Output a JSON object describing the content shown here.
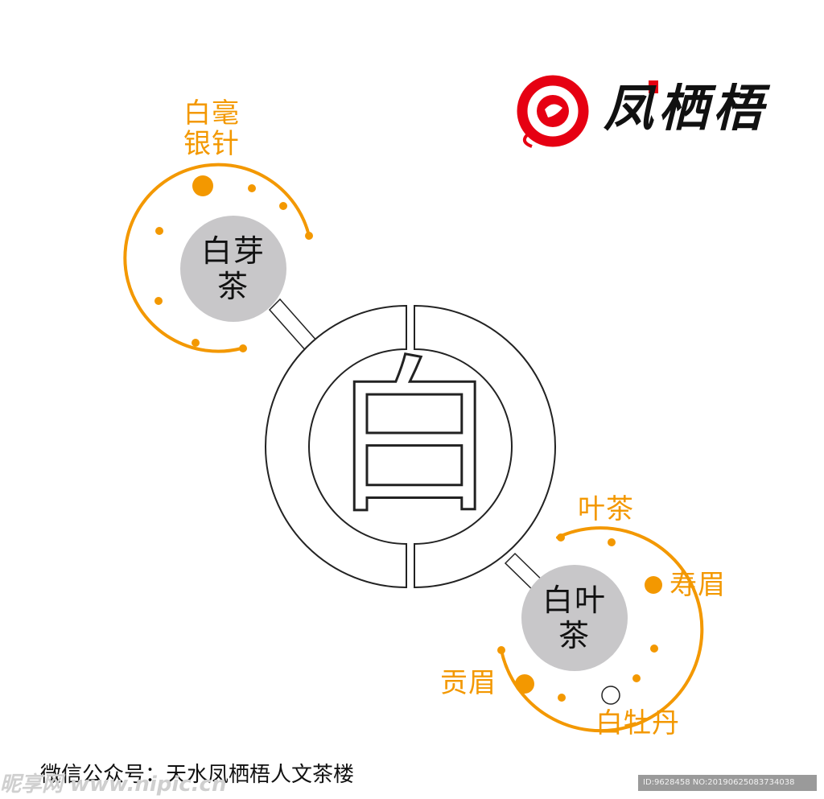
{
  "logo": {
    "text": "凤栖梧",
    "brand_color": "#e60012"
  },
  "center": {
    "glyph": "白"
  },
  "nodes": {
    "bud": {
      "line1": "白芽",
      "line2": "茶",
      "sub_labels": {
        "silver_needle_1": "白毫",
        "silver_needle_2": "银针"
      }
    },
    "leaf": {
      "line1": "白叶",
      "line2": "茶",
      "sub_labels": {
        "leaf_tea": "叶茶",
        "shoumei": "寿眉",
        "gongmei": "贡眉",
        "peony": "白牡丹"
      }
    }
  },
  "footer": {
    "text": "微信公众号：天水凤栖梧人文茶楼"
  },
  "watermark": {
    "left": "昵享网 www.nipic.cn",
    "right": "ID:9628458 NO:20190625083734038"
  },
  "colors": {
    "accent": "#f39800",
    "node_fill": "#c8c7c9",
    "stroke": "#222222"
  }
}
